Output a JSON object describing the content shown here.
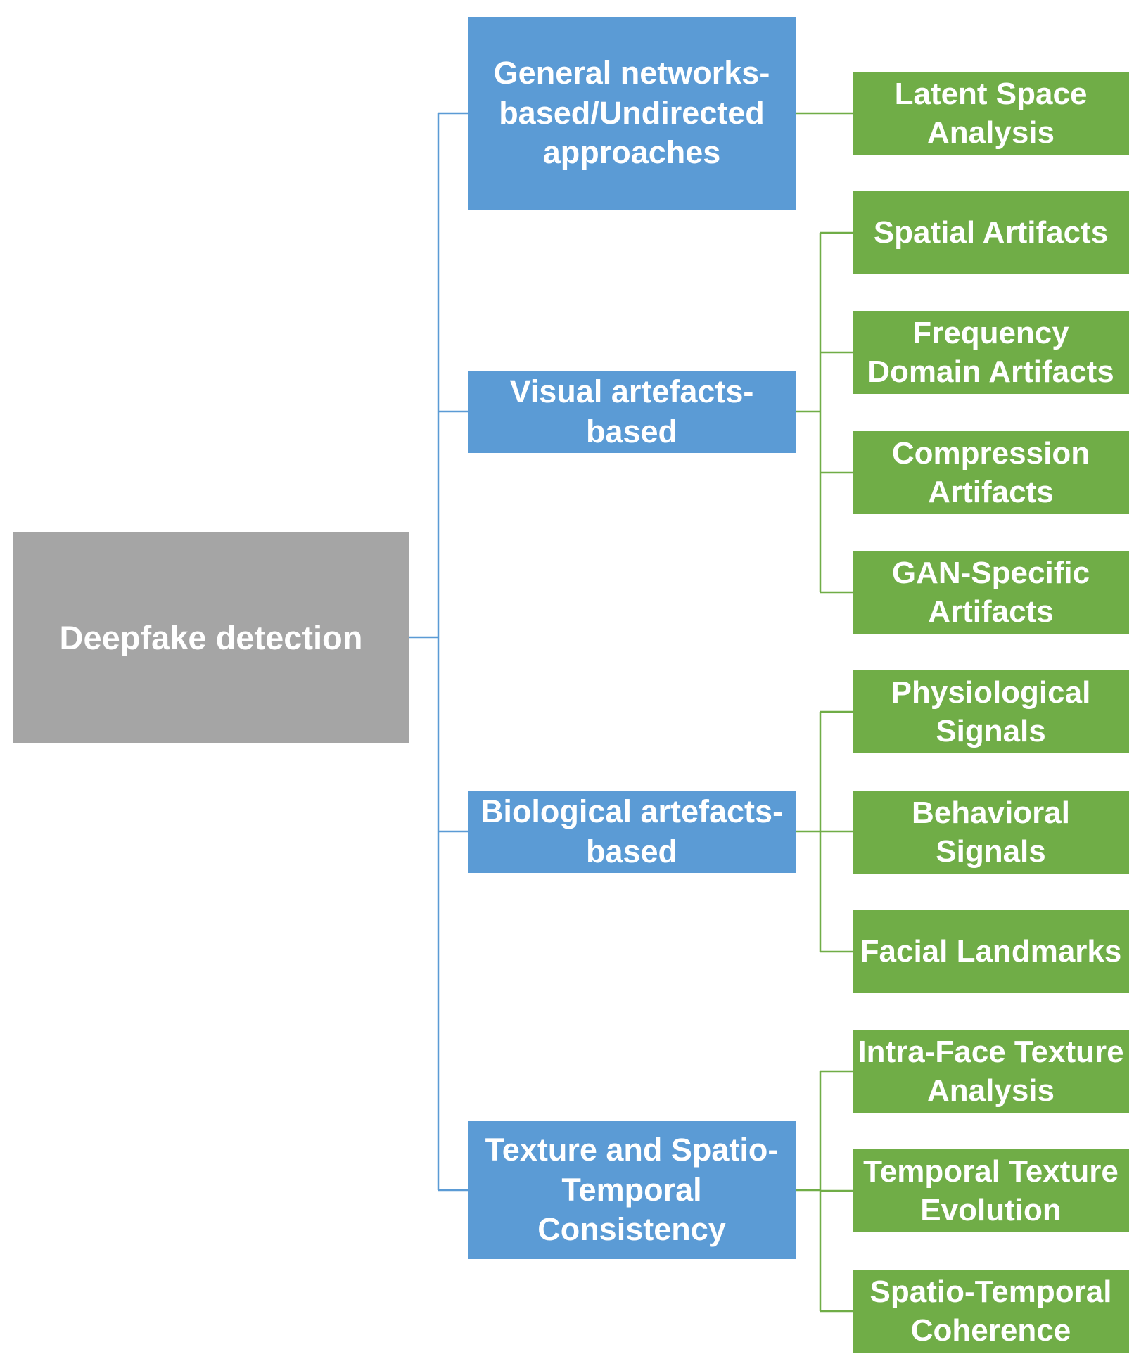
{
  "root": {
    "label": "Deepfake detection"
  },
  "categories": [
    {
      "label": "General networks-based/Undirected approaches",
      "children": [
        "Latent Space Analysis"
      ]
    },
    {
      "label": "Visual artefacts-based",
      "children": [
        "Spatial Artifacts",
        "Frequency Domain Artifacts",
        "Compression Artifacts",
        "GAN-Specific Artifacts"
      ]
    },
    {
      "label": "Biological artefacts-based",
      "children": [
        "Physiological Signals",
        "Behavioral Signals",
        "Facial Landmarks"
      ]
    },
    {
      "label": "Texture and Spatio-Temporal Consistency",
      "children": [
        "Intra-Face Texture Analysis",
        "Temporal Texture Evolution",
        "Spatio-Temporal Coherence"
      ]
    }
  ],
  "colors": {
    "root": "#a5a5a5",
    "category": "#5b9bd5",
    "leaf": "#70ad47",
    "category_connector": "#5b9bd5",
    "leaf_connector": "#70ad47",
    "text": "#ffffff"
  }
}
